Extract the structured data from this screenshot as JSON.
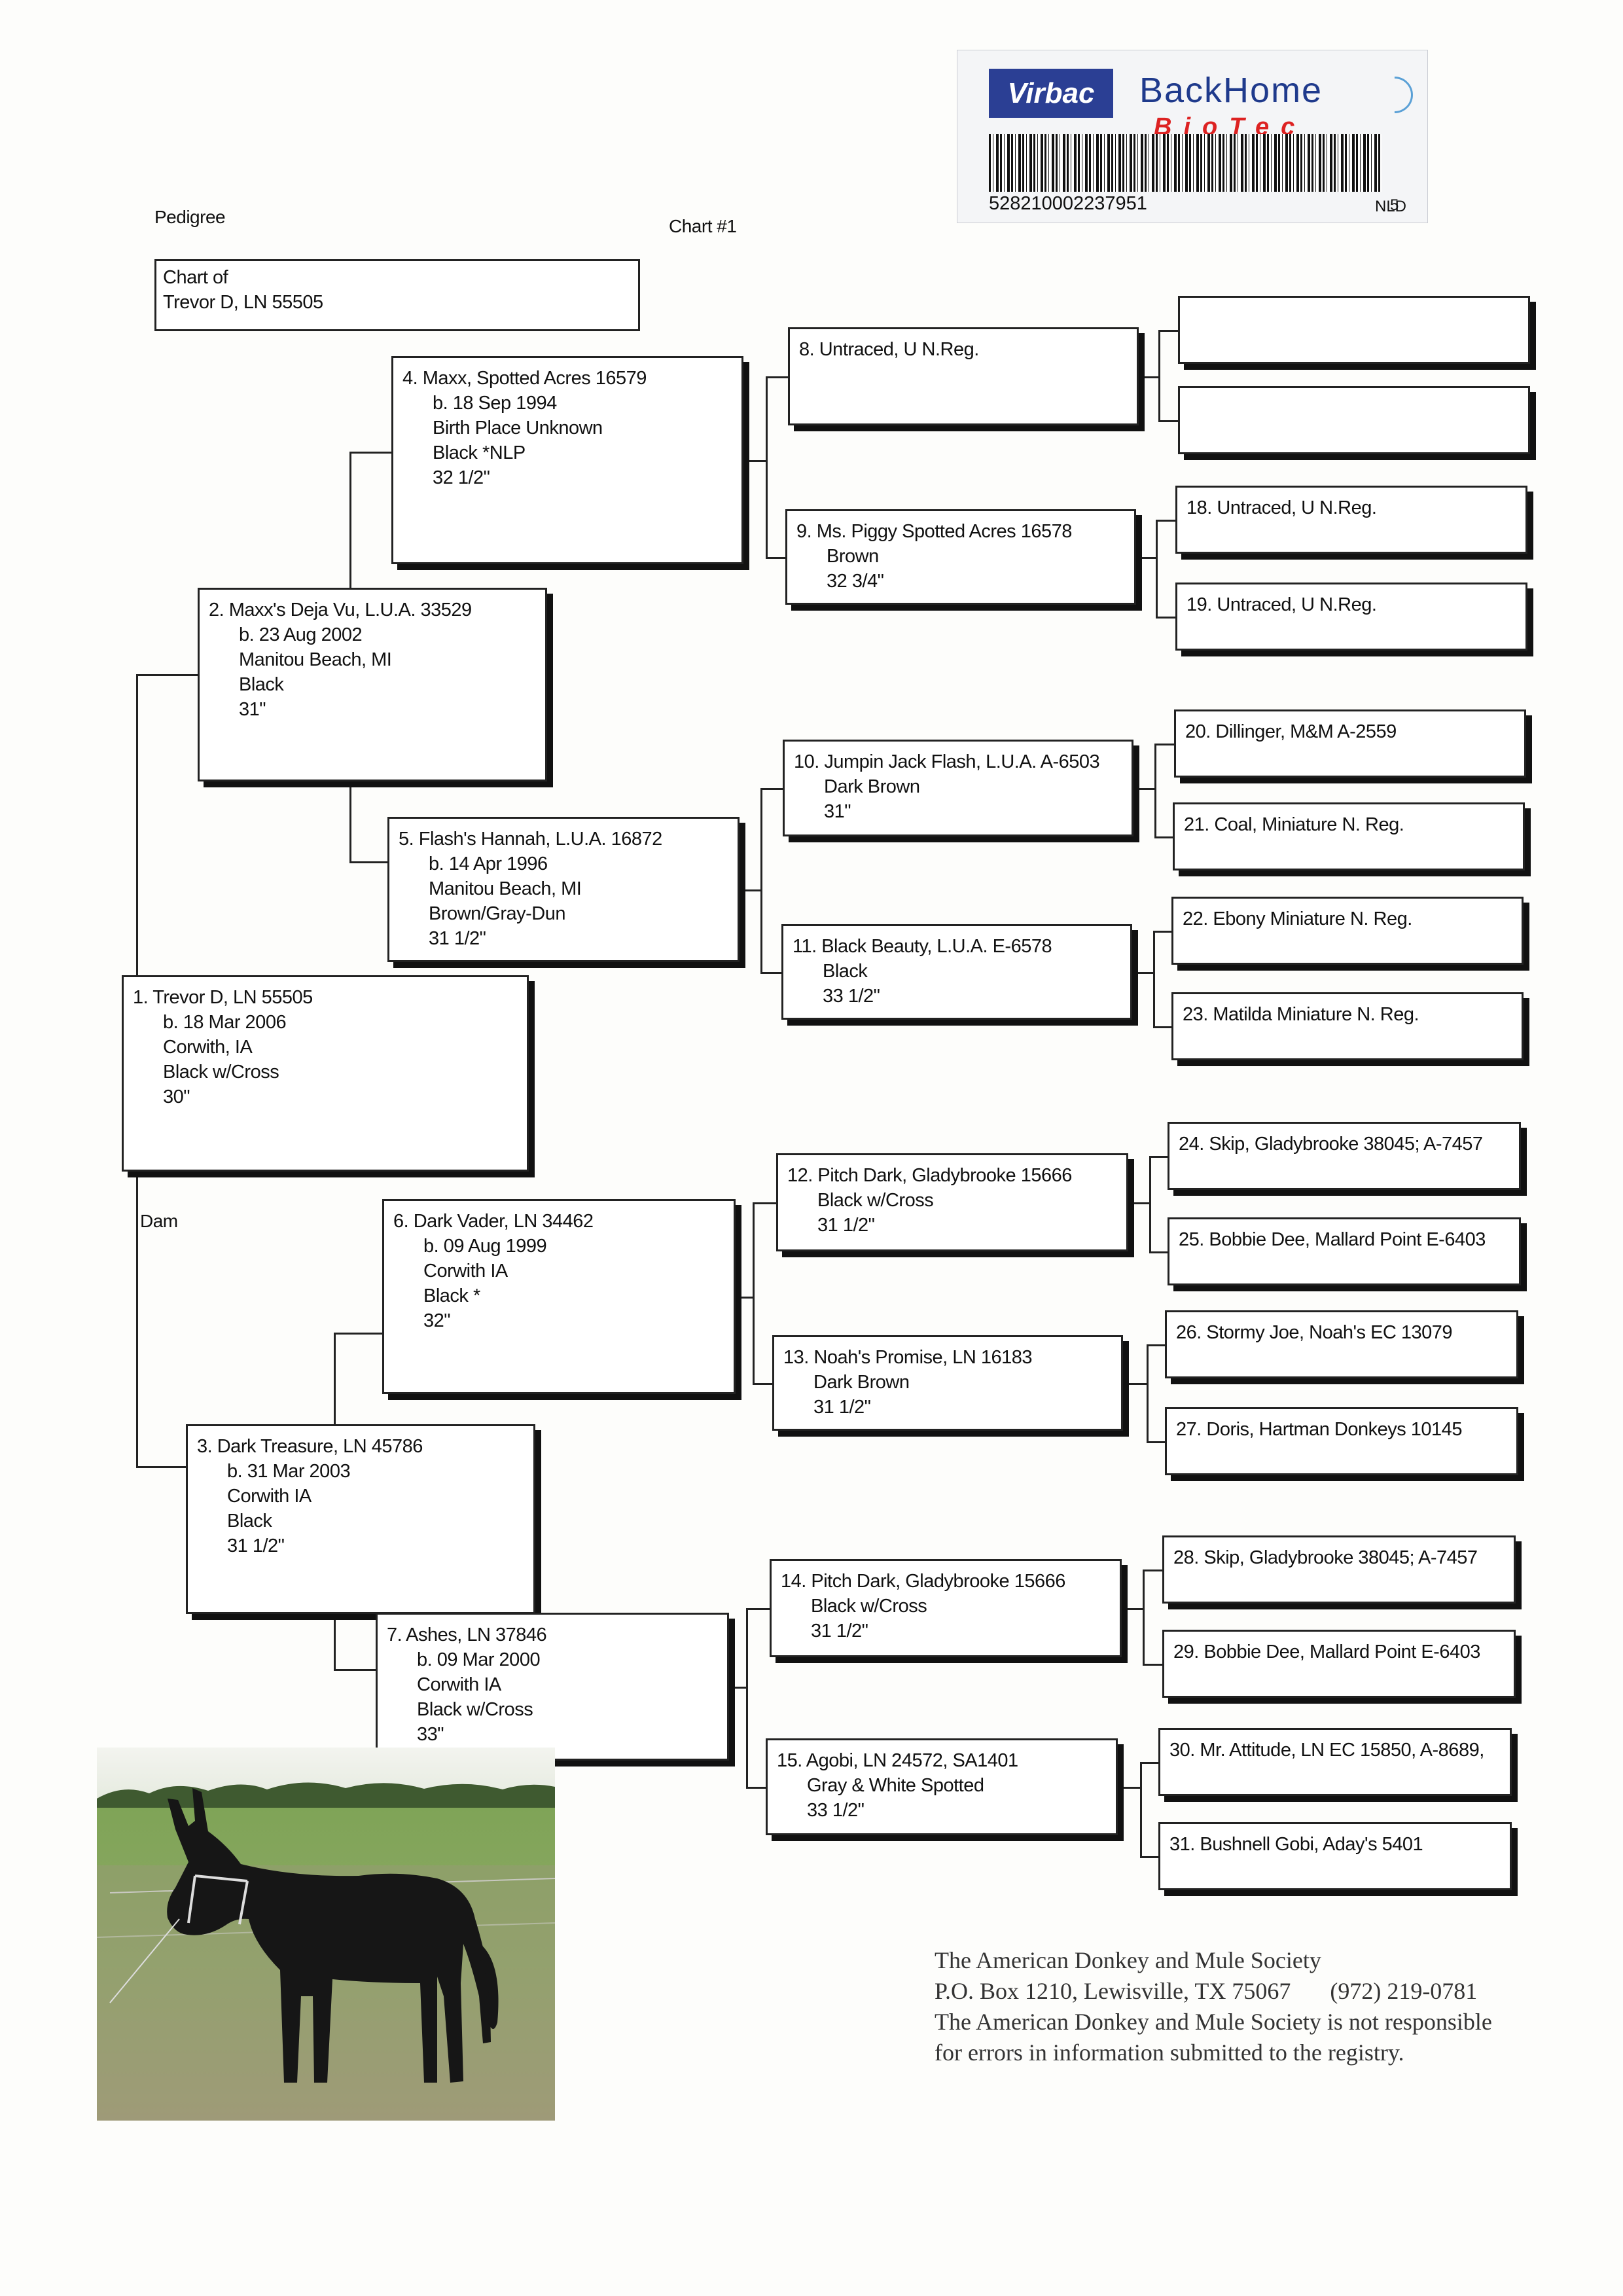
{
  "header": {
    "pedigree_label": "Pedigree",
    "chart_label": "Chart #1"
  },
  "chip_sticker": {
    "virbac": "Virbac",
    "brand": "BackHome",
    "biotec": "BioTec",
    "number": "528210002237951",
    "suffix": "NLD",
    "page_number": "5"
  },
  "chart_of": {
    "line1": "Chart of",
    "line2": "Trevor D, LN 55505"
  },
  "dam_label": "Dam",
  "animals": {
    "a1": [
      "1. Trevor D, LN 55505",
      "b. 18 Mar 2006",
      "Corwith, IA",
      "Black w/Cross",
      "30\""
    ],
    "a2": [
      "2. Maxx's Deja Vu, L.U.A. 33529",
      "b. 23 Aug 2002",
      "Manitou Beach, MI",
      "Black",
      "31\""
    ],
    "a3": [
      "3. Dark Treasure, LN 45786",
      "b. 31 Mar 2003",
      "Corwith IA",
      "Black",
      "31 1/2\""
    ],
    "a4": [
      "4. Maxx, Spotted Acres 16579",
      "b. 18 Sep 1994",
      "Birth Place Unknown",
      "Black *NLP",
      "32 1/2\""
    ],
    "a5": [
      "5. Flash's Hannah, L.U.A. 16872",
      "b. 14 Apr 1996",
      "Manitou Beach, MI",
      "Brown/Gray-Dun",
      "31 1/2\""
    ],
    "a6": [
      "6. Dark Vader, LN 34462",
      "b. 09 Aug 1999",
      "Corwith IA",
      "Black *",
      "32\""
    ],
    "a7": [
      "7. Ashes, LN 37846",
      "b. 09 Mar 2000",
      "Corwith IA",
      "Black w/Cross",
      "33\""
    ],
    "a8": [
      "8. Untraced, U N.Reg."
    ],
    "a9": [
      "9. Ms. Piggy Spotted Acres 16578",
      "Brown",
      "32 3/4\""
    ],
    "a10": [
      "10. Jumpin Jack Flash, L.U.A. A-6503",
      "Dark Brown",
      "31\""
    ],
    "a11": [
      "11. Black Beauty, L.U.A. E-6578",
      "Black",
      "33 1/2\""
    ],
    "a12": [
      "12. Pitch Dark, Gladybrooke 15666",
      "Black w/Cross",
      "31 1/2\""
    ],
    "a13": [
      "13. Noah's Promise, LN 16183",
      "Dark Brown",
      "31 1/2\""
    ],
    "a14": [
      "14. Pitch Dark, Gladybrooke 15666",
      "Black w/Cross",
      "31 1/2\""
    ],
    "a15": [
      "15. Agobi, LN 24572, SA1401",
      "Gray & White Spotted",
      "33 1/2\""
    ],
    "a16": [],
    "a17": [],
    "a18": [
      "18. Untraced, U N.Reg."
    ],
    "a19": [
      "19. Untraced, U N.Reg."
    ],
    "a20": [
      "20. Dillinger, M&M A-2559"
    ],
    "a21": [
      "21. Coal, Miniature N. Reg."
    ],
    "a22": [
      "22. Ebony Miniature N. Reg."
    ],
    "a23": [
      "23. Matilda Miniature N. Reg."
    ],
    "a24": [
      "24. Skip, Gladybrooke 38045; A-7457"
    ],
    "a25": [
      "25. Bobbie Dee, Mallard Point E-6403"
    ],
    "a26": [
      "26. Stormy Joe, Noah's EC 13079"
    ],
    "a27": [
      "27. Doris, Hartman Donkeys 10145"
    ],
    "a28": [
      "28. Skip, Gladybrooke 38045; A-7457"
    ],
    "a29": [
      "29. Bobbie Dee, Mallard Point E-6403"
    ],
    "a30": [
      "30. Mr. Attitude, LN EC 15850, A-8689,"
    ],
    "a31": [
      "31. Bushnell Gobi, Aday's 5401"
    ]
  },
  "society": {
    "line1": "The American Donkey and Mule Society",
    "line2": "P.O. Box 1210, Lewisville, TX 75067",
    "phone": "(972) 219-0781",
    "line3": "The American Donkey and Mule Society is not responsible",
    "line4": "for errors in information submitted to the registry."
  },
  "colors": {
    "box_border": "#222222",
    "chip_blue": "#2b3f94",
    "biotec_red": "#dd2222",
    "text": "#111111"
  }
}
